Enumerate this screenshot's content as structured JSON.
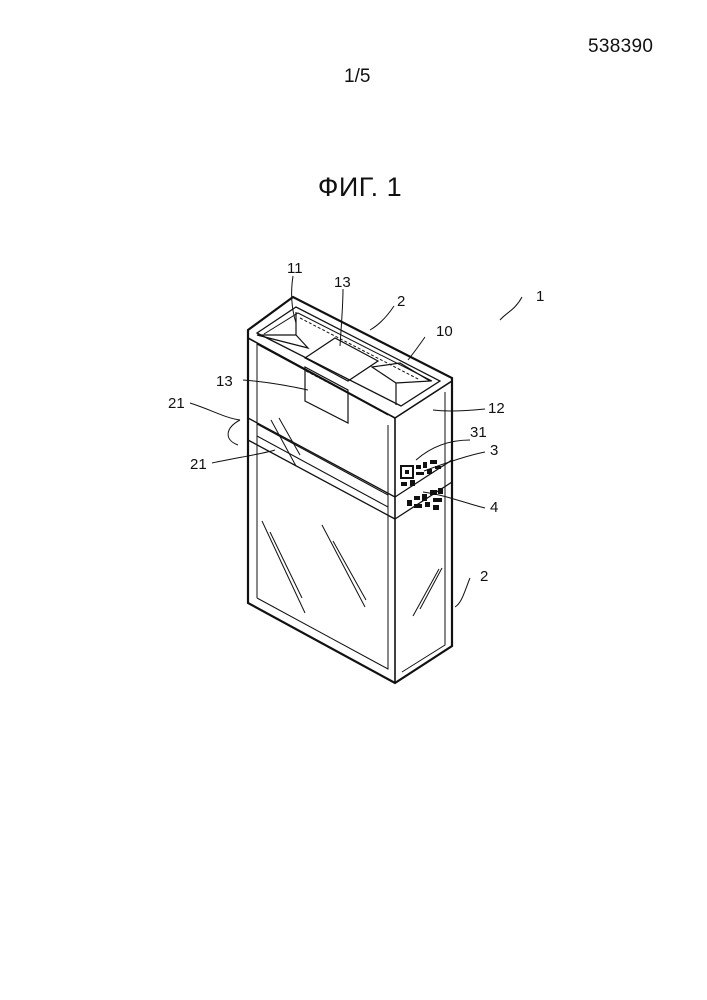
{
  "header": {
    "document_number": "538390",
    "page_number": "1/5"
  },
  "figure": {
    "title": "ФИГ. 1",
    "reference_labels": {
      "package": "1",
      "film_top": "2",
      "film_side": "2",
      "tear_tape": "3",
      "tear_tape_edge": "4",
      "inner_frame": "10",
      "top_flap": "11",
      "box_side": "12",
      "tab_top": "13",
      "tab_front": "13",
      "cut_line_upper": "21",
      "cut_line_lower": "21",
      "code_mark": "31"
    }
  }
}
